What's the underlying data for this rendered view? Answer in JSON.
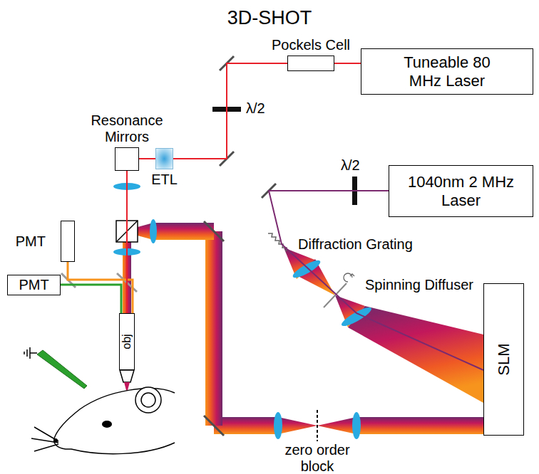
{
  "diagram": {
    "title": "3D-SHOT",
    "nodes": [
      {
        "text": [
          "Pockels Cell"
        ]
      },
      {
        "text": [
          "Tuneable 80 MHz Laser"
        ]
      },
      {
        "text": [
          "Resonance Mirrors"
        ]
      },
      {
        "text": [
          "ETL"
        ]
      },
      {
        "text": [
          "1040nm 2 MHz Laser"
        ]
      },
      {
        "text": [
          "PMT"
        ]
      },
      {
        "text": [
          "PMT"
        ]
      },
      {
        "text": [
          "obj"
        ]
      },
      {
        "text": [
          "SLM"
        ]
      }
    ],
    "edges": [
      {
        "from": 1,
        "to": 0,
        "arrow": "none"
      },
      {
        "from": 0,
        "to": 3,
        "arrow": "none"
      },
      {
        "from": 3,
        "to": 2,
        "arrow": "none"
      },
      {
        "from": 2,
        "to": 7,
        "arrow": "none"
      },
      {
        "from": 4,
        "to": 8,
        "arrow": "none"
      }
    ],
    "labels": [
      "λ/2",
      "λ/2",
      "Diffraction Grating",
      "Spinning Diffuser",
      "zero order block"
    ]
  }
}
